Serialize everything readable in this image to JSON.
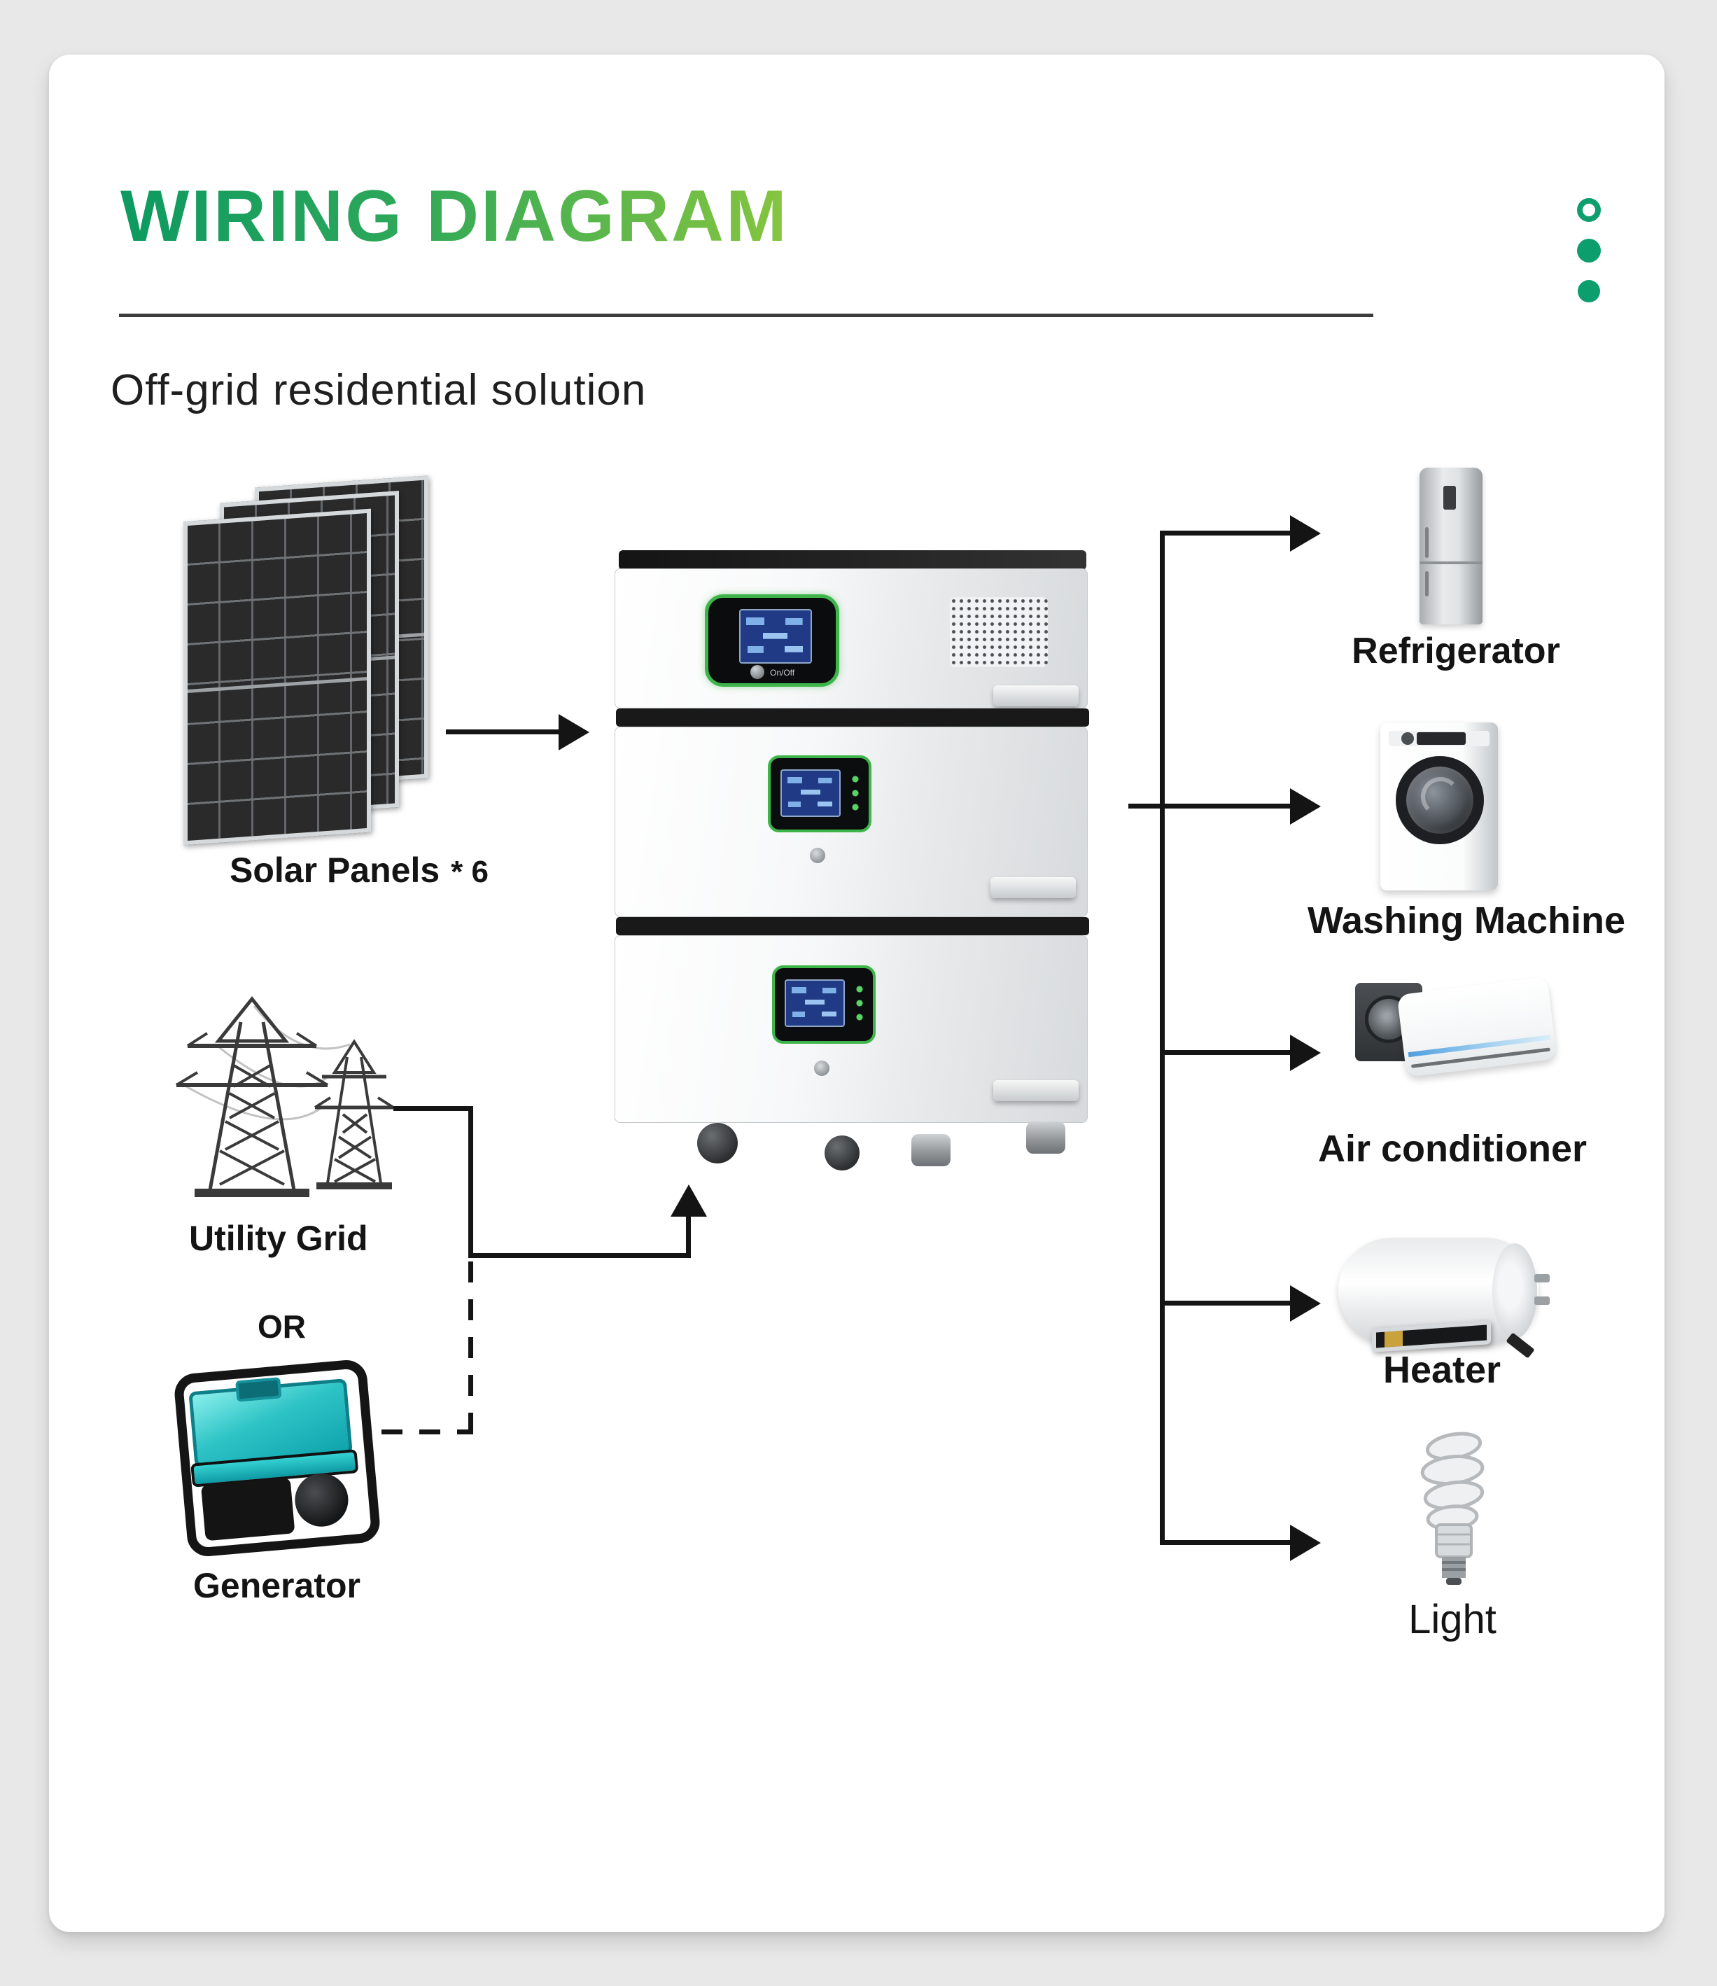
{
  "header": {
    "title": "WIRING DIAGRAM",
    "subtitle": "Off-grid residential solution"
  },
  "carousel_dots": {
    "total": 3,
    "filled": 2
  },
  "sources": {
    "solar_panels": {
      "label": "Solar Panels",
      "quantity": "* 6"
    },
    "utility_grid": {
      "label": "Utility Grid"
    },
    "alternative_label": "OR",
    "generator": {
      "label": "Generator"
    }
  },
  "energy_storage": {
    "on_off_label": "On/Off"
  },
  "appliances": [
    {
      "label": "Refrigerator"
    },
    {
      "label": "Washing Machine"
    },
    {
      "label": "Air conditioner"
    },
    {
      "label": "Heater"
    },
    {
      "label": "Light"
    }
  ],
  "colors": {
    "title_gradient_start": "#0d9a60",
    "title_gradient_end": "#86c53f",
    "dot_green": "#0d9e6e",
    "connector_black": "#141414",
    "display_border_green": "#3db54a",
    "lcd_blue": "#203a85",
    "generator_teal": "#2ec4c6",
    "page_background": "#e8e8e8",
    "card_background": "#ffffff"
  }
}
